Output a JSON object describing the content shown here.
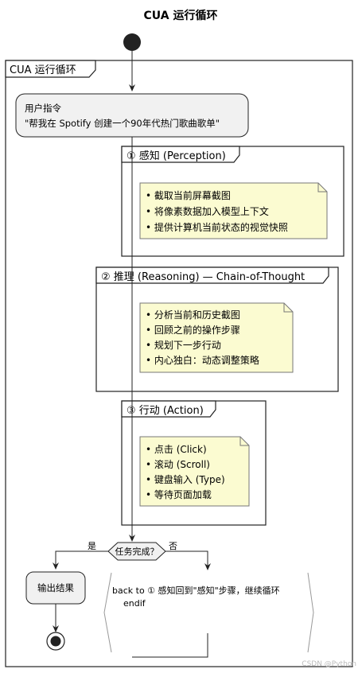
{
  "title": "CUA 运行循环",
  "outer_frame": {
    "label": "CUA 运行循环"
  },
  "user_instruction": {
    "line1": "用户指令",
    "line2": "\"帮我在 Spotify 创建一个90年代热门歌曲歌单\""
  },
  "perception": {
    "label": "① 感知 (Perception)",
    "notes": [
      "截取当前屏幕截图",
      "将像素数据加入模型上下文",
      "提供计算机当前状态的视觉快照"
    ]
  },
  "reasoning": {
    "label": "② 推理 (Reasoning) — Chain-of-Thought",
    "notes": [
      "分析当前和历史截图",
      "回顾之前的操作步骤",
      "规划下一步行动",
      "内心独白：动态调整策略"
    ]
  },
  "action": {
    "label": "③ 行动 (Action)",
    "notes": [
      "点击 (Click)",
      "滚动 (Scroll)",
      "键盘输入 (Type)",
      "等待页面加载"
    ]
  },
  "decision": {
    "label": "任务完成？",
    "yes": "是",
    "no": "否"
  },
  "output": {
    "label": "输出结果"
  },
  "loop_back": {
    "line1": "back to ① 感知回到\"感知\"步骤，继续循环",
    "line2": "endif"
  },
  "watermark": "CSDN @Python"
}
